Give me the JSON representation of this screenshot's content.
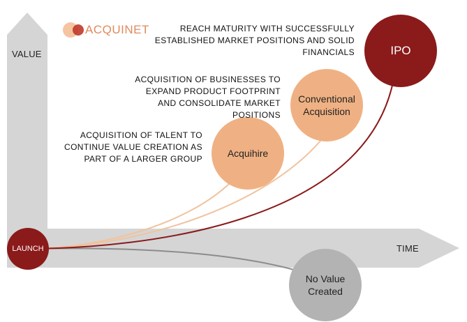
{
  "brand": {
    "name": "ACQUINET",
    "colors": {
      "primary": "#e8a97c",
      "accent": "#c0392b"
    }
  },
  "axes": {
    "y_label": "VALUE",
    "x_label": "TIME",
    "origin_label": "LAUNCH"
  },
  "outcomes": {
    "ipo": {
      "label": "IPO",
      "color": "#8b1a1a",
      "note": "REACH MATURITY WITH SUCCESSFULLY ESTABLISHED MARKET POSITIONS AND SOLID FINANCIALS"
    },
    "conventional": {
      "label": "Conventional Acquisition",
      "color": "#efb183",
      "note": "ACQUISITION OF BUSINESSES TO EXPAND PRODUCT FOOTPRINT AND CONSOLIDATE MARKET POSITIONS"
    },
    "acquihire": {
      "label": "Acquihire",
      "color": "#efb183",
      "note": "ACQUISITION OF TALENT TO CONTINUE VALUE CREATION AS PART OF A LARGER GROUP"
    },
    "no_value": {
      "label": "No Value Created",
      "color": "#b3b3b3"
    }
  },
  "colors": {
    "axis": "#d5d5d5",
    "launch": "#8b1a1a",
    "ipo_path": "#8b1a1a",
    "acq_path": "#f0c39f",
    "fail_path": "#8c8c8c"
  }
}
